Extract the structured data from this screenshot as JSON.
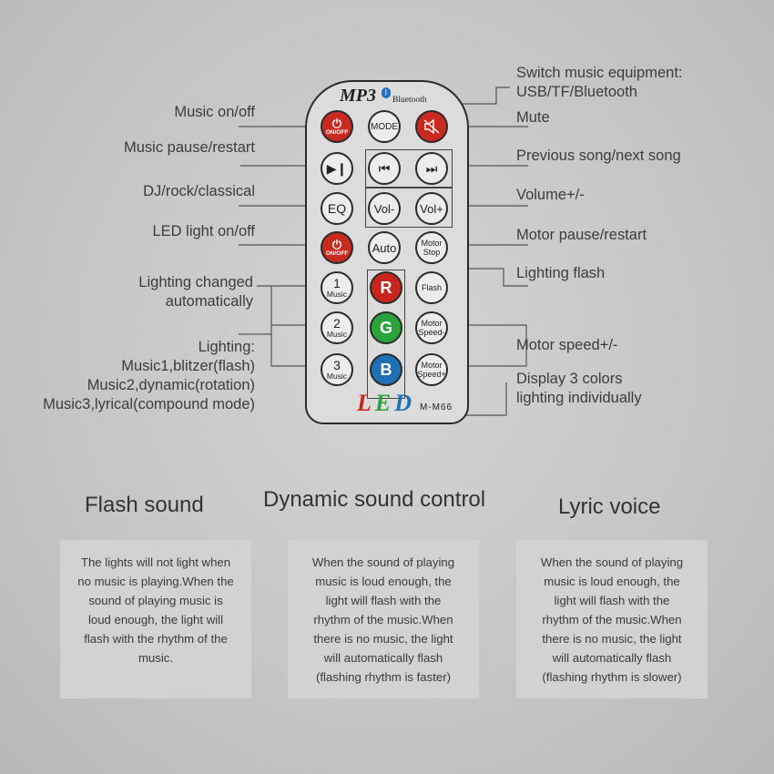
{
  "labels_left": {
    "music_onoff": "Music on/off",
    "music_pause": "Music pause/restart",
    "eq": "DJ/rock/classical",
    "led_onoff": "LED light on/off",
    "lighting_auto_1": "Lighting changed",
    "lighting_auto_2": "automatically",
    "lighting_1": "Lighting:",
    "lighting_2": "Music1,blitzer(flash)",
    "lighting_3": "Music2,dynamic(rotation)",
    "lighting_4": "Music3,lyrical(compound mode)"
  },
  "labels_right": {
    "switch_1": "Switch music equipment:",
    "switch_2": "USB/TF/Bluetooth",
    "mute": "Mute",
    "prev_next": "Previous song/next song",
    "volume": "Volume+/-",
    "motor_pause": "Motor pause/restart",
    "lighting_flash": "Lighting flash",
    "motor_speed": "Motor speed+/-",
    "display_1": "Display 3 colors",
    "display_2": "lighting individually"
  },
  "remote": {
    "brand": "MP3",
    "bluetooth_icon": "bluetooth-icon",
    "bluetooth_text": "Bluetooth",
    "on_off": "ON/OFF",
    "mode": "MODE",
    "eq": "EQ",
    "vol_minus": "Vol-",
    "vol_plus": "Vol+",
    "auto": "Auto",
    "motor": "Motor",
    "stop": "Stop",
    "speed_minus": "Speed-",
    "speed_plus": "Speed+",
    "flash": "Flash",
    "music": "Music",
    "n1": "1",
    "n2": "2",
    "n3": "3",
    "r": "R",
    "g": "G",
    "b": "B",
    "led_l": "L",
    "led_e": "E",
    "led_d": "D",
    "model": "M-M66"
  },
  "colors": {
    "red_button": "#c92a20",
    "r": "#c8261d",
    "g": "#2aa43a",
    "b": "#1f6fb3"
  },
  "sections": [
    {
      "title": "Flash sound",
      "lines": [
        "The lights will not light when",
        "no music is playing.When the",
        "sound of playing music is",
        "loud enough, the light will",
        "flash with the rhythm of the",
        "music."
      ]
    },
    {
      "title": "Dynamic sound control",
      "lines": [
        "When the sound of playing",
        "music is loud enough, the",
        "light will flash with the",
        "rhythm of the music.When",
        "there is no music, the light",
        "will automatically flash",
        "(flashing rhythm is faster)"
      ]
    },
    {
      "title": "Lyric voice",
      "lines": [
        "When the sound of playing",
        "music is loud enough, the",
        "light will flash with the",
        "rhythm of the music.When",
        "there is no music, the light",
        "will automatically flash",
        "(flashing rhythm is slower)"
      ]
    }
  ]
}
